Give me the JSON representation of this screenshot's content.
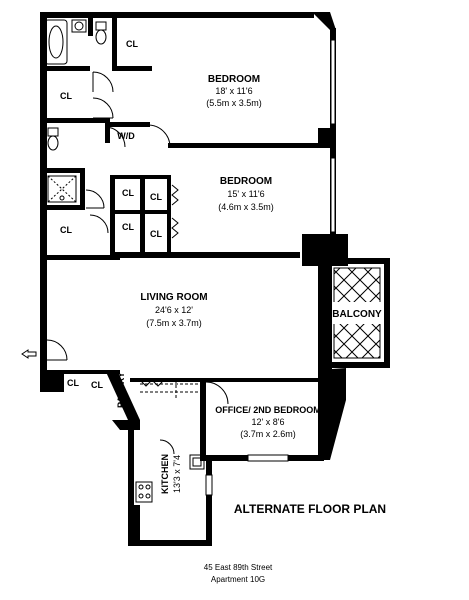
{
  "rooms": {
    "bedroom1": {
      "name": "BEDROOM",
      "dim_imperial": "18' x 11'6",
      "dim_metric": "(5.5m x 3.5m)"
    },
    "bedroom2": {
      "name": "BEDROOM",
      "dim_imperial": "15' x 11'6",
      "dim_metric": "(4.6m x 3.5m)"
    },
    "living": {
      "name": "LIVING ROOM",
      "dim_imperial": "24'6  x 12'",
      "dim_metric": "(7.5m x 3.7m)"
    },
    "balcony": {
      "name": "BALCONY"
    },
    "office": {
      "name": "OFFICE/ 2ND BEDROOM",
      "dim_imperial": "12' x 8'6",
      "dim_metric": "(3.7m x 2.6m)"
    },
    "kitchen": {
      "name": "KITCHEN",
      "dim_imperial": "13'3  x 7'4"
    },
    "pantry": {
      "name": "PANTRY"
    },
    "wd": {
      "name": "W/D"
    }
  },
  "closet_label": "CL",
  "footer": {
    "title": "ALTERNATE FLOOR PLAN",
    "address": "45 East 89th Street",
    "unit": "Apartment 10G"
  },
  "colors": {
    "wall": "#000000",
    "background": "#ffffff"
  }
}
